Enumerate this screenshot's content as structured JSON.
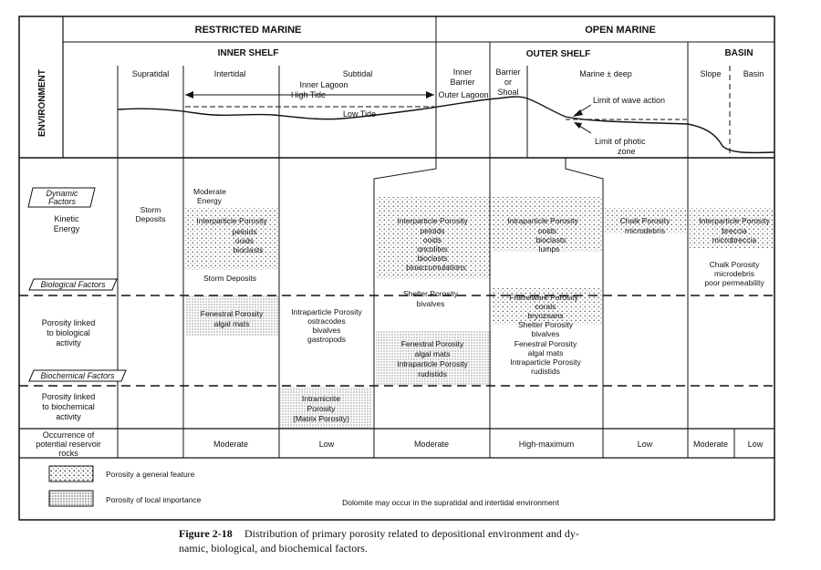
{
  "headers": {
    "environment": "ENVIRONMENT",
    "restricted_marine": "RESTRICTED MARINE",
    "open_marine": "OPEN MARINE",
    "inner_shelf": "INNER SHELF",
    "outer_shelf": "OUTER SHELF",
    "basin": "BASIN"
  },
  "subzones": {
    "supratidal": "Supratidal",
    "intertidal": "Intertidal",
    "subtidal": "Subtidal",
    "inner_barrier_1": "Inner",
    "inner_barrier_2": "Barrier",
    "barrier_1": "Barrier",
    "barrier_2": "or",
    "barrier_3": "Shoal",
    "marine_deep": "Marine ± deep",
    "slope": "Slope",
    "basin": "Basin"
  },
  "profile_labels": {
    "inner_lagoon": "Inner Lagoon",
    "high_tide": "High Tide",
    "outer_lagoon": "Outer Lagoon",
    "low_tide": "Low Tide",
    "wave_action": "Limit of wave action",
    "photic_1": "Limit of photic",
    "photic_2": "zone"
  },
  "row_labels": {
    "dynamic_1": "Dynamic",
    "dynamic_2": "Factors",
    "kinetic_1": "Kinetic",
    "kinetic_2": "Energy",
    "biological": "Biological Factors",
    "bio_linked_1": "Porosity linked",
    "bio_linked_2": "to biological",
    "bio_linked_3": "activity",
    "biochemical": "Biochemical Factors",
    "biochem_linked_1": "Porosity linked",
    "biochem_linked_2": "to biochemical",
    "biochem_linked_3": "activity",
    "occurrence_1": "Occurrence of",
    "occurrence_2": "potential reservoir",
    "occurrence_3": "rocks"
  },
  "cells": {
    "supratidal_1": "Storm",
    "supratidal_2": "Deposits",
    "intertidal_energy_1": "Moderate",
    "intertidal_energy_2": "Energy",
    "intertidal_inter": "Interparticle Porosity",
    "intertidal_peloids": "peloids",
    "intertidal_ooids": "ooids",
    "intertidal_bioclasts": "bioclasts",
    "intertidal_storm": "Storm Deposits",
    "intertidal_fenestral": "Fenestral Porosity",
    "intertidal_algal": "algal mats",
    "subtidal_intra": "Intraparticle Porosity",
    "subtidal_ostracodes": "ostracodes",
    "subtidal_bivalves": "bivalves",
    "subtidal_gastropods": "gastropods",
    "subtidal_intramicrite": "Intramicrite",
    "subtidal_porosity": "Porosity",
    "subtidal_matrix": "(Matrix Porosity)",
    "ib_inter": "Interparticle Porosity",
    "ib_peloids": "peloids",
    "ib_ooids": "ooids",
    "ib_oncolites": "oncolites",
    "ib_bioclasts": "bioclasts",
    "ib_bioaccum": "bioaccumulations",
    "ib_shelter": "Shelter Porosity",
    "ib_bivalves": "bivalves",
    "ib_fenestral": "Fenestral Porosity",
    "ib_algal": "algal mats",
    "ib_intra": "Intraparticle Porosity",
    "ib_rudistids": "rudistids",
    "bs_intra": "Intraparticle Porosity",
    "bs_ooids": "ooids",
    "bs_bioclasts": "bioclasts",
    "bs_lumps": "lumps",
    "bs_framework": "Framework Porosity",
    "bs_corals": "corals",
    "bs_bryozoans": "bryozoans",
    "bs_shelter": "Shelter Porosity",
    "bs_bivalves": "bivalves",
    "bs_fenestral": "Fenestral Porosity",
    "bs_algal": "algal mats",
    "bs_intra2": "Intraparticle Porosity",
    "bs_rudistids": "rudistids",
    "md_chalk": "Chalk Porosity",
    "md_microdebris": "microdebris",
    "basin_inter": "Interparticle Porosity",
    "basin_breccia": "breccia",
    "basin_microbreccia": "microbreccia",
    "basin_chalk": "Chalk Porosity",
    "basin_microdebris": "microdebris",
    "basin_poor": "poor permeability"
  },
  "occurrence": [
    "Moderate",
    "Low",
    "Moderate",
    "High-maximum",
    "Low",
    "Moderate",
    "Low"
  ],
  "legend": {
    "general": "Porosity a general feature",
    "local": "Porosity of local importance",
    "dolomite": "Dolomite may occur in the supratidal and intertidal environment"
  },
  "caption": {
    "label": "Figure 2-18",
    "line1": "Distribution of primary porosity related to depositional environment and dy-",
    "line2": "namic, biological, and biochemical factors."
  }
}
